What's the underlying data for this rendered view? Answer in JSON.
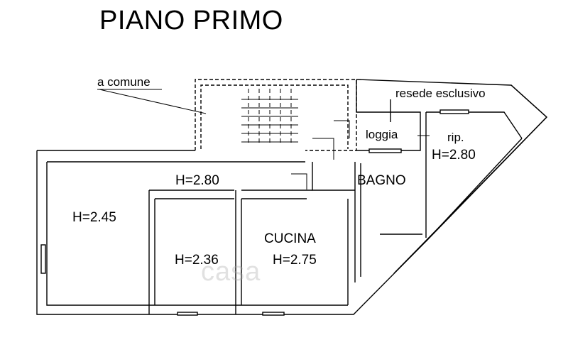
{
  "title": "PIANO PRIMO",
  "labels": {
    "shared": "a comune",
    "exclusive_yard": "resede esclusivo",
    "loggia": "loggia",
    "storage": "rip.",
    "storage_height": "H=2.80",
    "bathroom": "BAGNO",
    "corridor_height": "H=2.80",
    "room_left_height": "H=2.45",
    "room_middle_height": "H=2.36",
    "kitchen": "CUCINA",
    "kitchen_height": "H=2.75"
  },
  "watermark": "casa",
  "colors": {
    "line": "#000000",
    "background": "#ffffff",
    "watermark": "#aaaaaa"
  }
}
